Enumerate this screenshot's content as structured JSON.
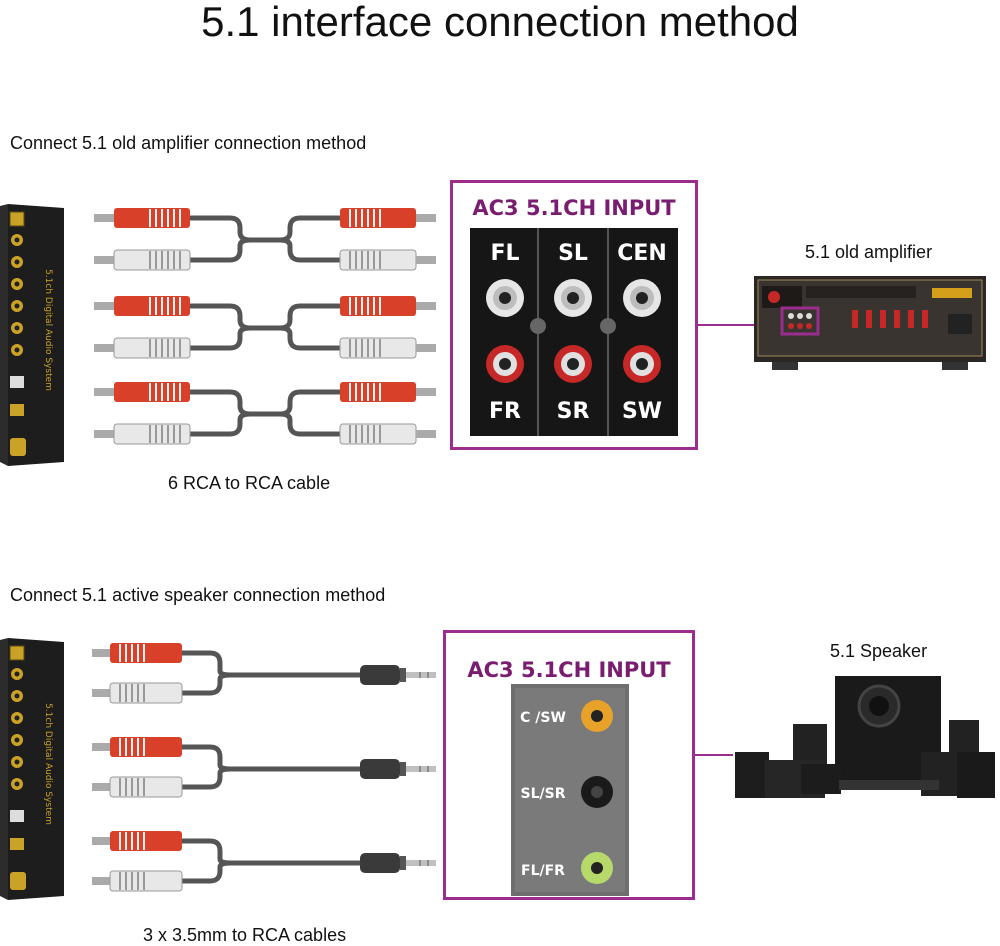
{
  "title": "5.1 interface connection method",
  "section1": {
    "heading": "Connect 5.1 old amplifier connection method",
    "cable_caption": "6 RCA to RCA cable",
    "panel_title": "AC3 5.1CH INPUT",
    "channels_top": [
      "FL",
      "SL",
      "CEN"
    ],
    "channels_bottom": [
      "FR",
      "SR",
      "SW"
    ],
    "device_label": "5.1 old amplifier"
  },
  "section2": {
    "heading": "Connect 5.1 active speaker connection method",
    "cable_caption": "3 x 3.5mm to RCA cables",
    "panel_title": "AC3 5.1CH INPUT",
    "jacks": [
      "C /SW",
      "SL/SR",
      "FL/FR"
    ],
    "device_label": "5.1 Speaker"
  },
  "decoder_text": "5.1ch Digital Audio System",
  "colors": {
    "accent": "#9a2d8e",
    "rca_red": "#d8402a",
    "rca_white": "#e8e8e8",
    "gold": "#c9a227"
  }
}
